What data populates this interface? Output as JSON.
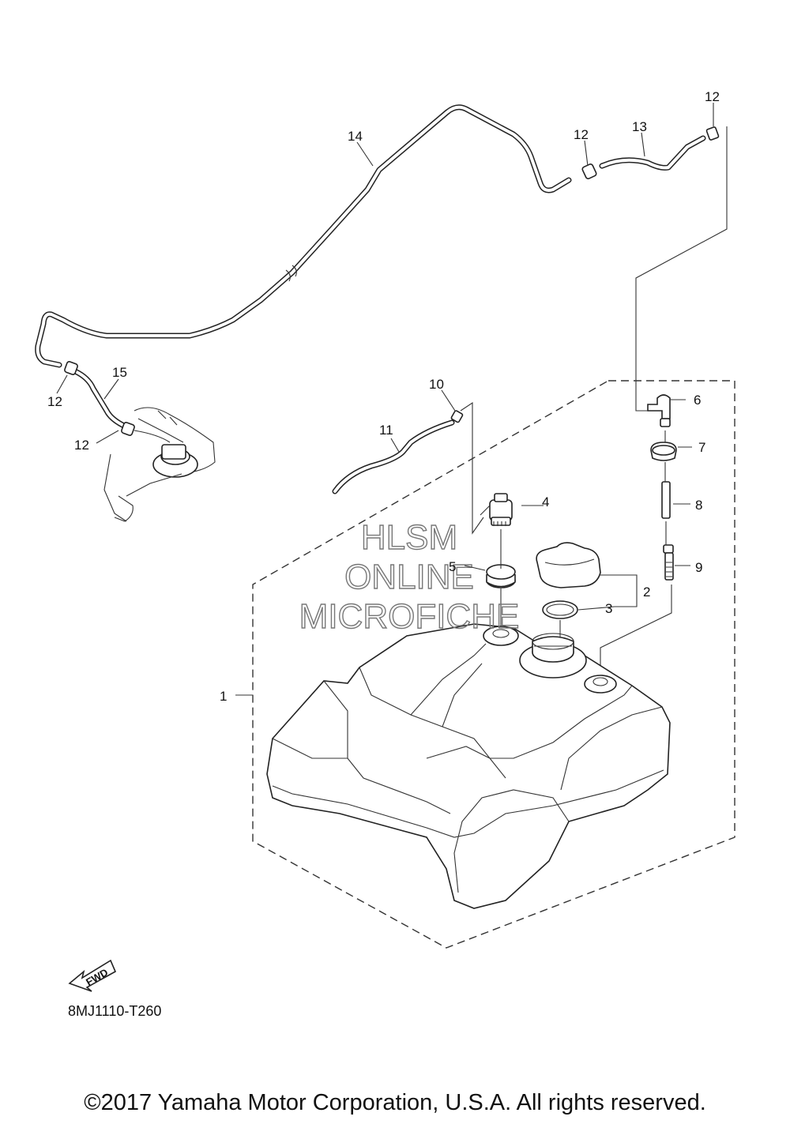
{
  "callouts": {
    "c1": "1",
    "c2": "2",
    "c3": "3",
    "c4": "4",
    "c5": "5",
    "c6": "6",
    "c7": "7",
    "c8": "8",
    "c9": "9",
    "c10": "10",
    "c11": "11",
    "c12a": "12",
    "c12b": "12",
    "c12c": "12",
    "c12d": "12",
    "c13": "13",
    "c14": "14",
    "c15": "15"
  },
  "watermark": {
    "line1": "HLSM",
    "line2": "ONLINE",
    "line3": "MICROFICHE"
  },
  "fwd_label": "FWD",
  "drawing_code": "8MJ1110-T260",
  "copyright": "©2017 Yamaha Motor Corporation, U.S.A. All rights reserved.",
  "colors": {
    "ink": "#222222",
    "watermark": "#777777",
    "background": "#ffffff"
  }
}
